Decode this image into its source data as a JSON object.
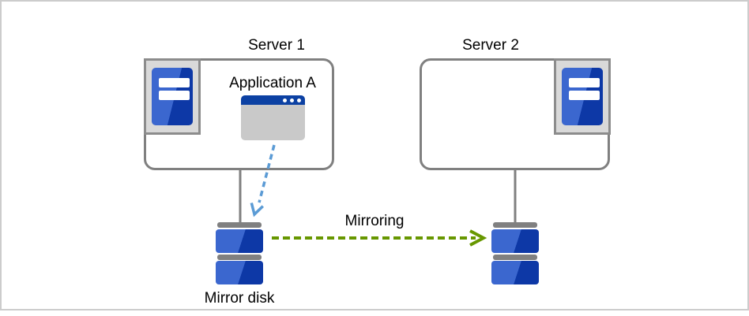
{
  "diagram": {
    "server1": {
      "label": "Server 1",
      "app_label": "Application A"
    },
    "server2": {
      "label": "Server 2"
    },
    "mirroring": {
      "label": "Mirroring"
    },
    "mirror_disk": {
      "label": "Mirror disk"
    }
  },
  "icons": {
    "server": "server-tower-icon",
    "app_window": "application-window-icon",
    "disk": "disk-stack-icon"
  },
  "colors": {
    "box_outline": "#808080",
    "connector_gray": "#808080",
    "icon_frame_bg": "#d9d9d9",
    "icon_frame_border": "#8c8c8c",
    "blue_light": "#3b67cf",
    "blue_dark": "#0d38a6",
    "titlebar_blue": "#0c41a3",
    "window_body_gray": "#c9c9c9",
    "app_arrow_blue": "#5b9bd5",
    "mirroring_arrow_green": "#679700",
    "canvas_frame": "#cccccc",
    "text": "#000000"
  }
}
